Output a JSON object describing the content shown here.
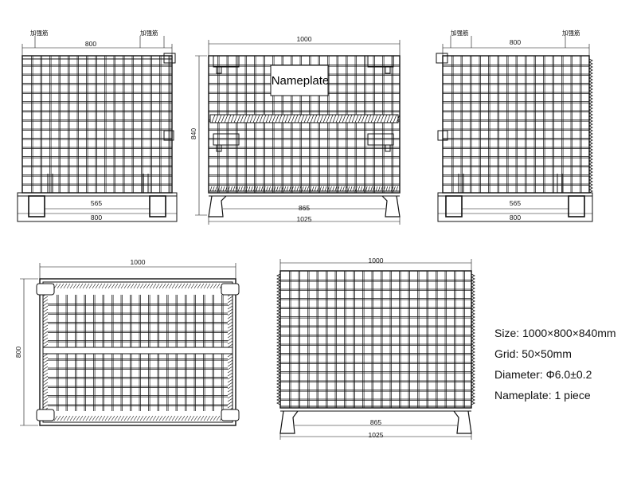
{
  "labels": {
    "reinforcement": "加强筋",
    "nameplate": "Nameplate"
  },
  "views": {
    "side_left": {
      "width_top": "800",
      "inner_base": "565",
      "width_bottom": "800"
    },
    "front": {
      "width_top": "1000",
      "height": "840",
      "inner_base": "865",
      "overall_base": "1025"
    },
    "side_right": {
      "width_top": "800",
      "inner_base": "565",
      "width_bottom": "800"
    },
    "top": {
      "width": "1000",
      "depth": "800"
    },
    "bottom": {
      "width": "1000",
      "inner_base": "865",
      "overall_base": "1025"
    }
  },
  "specs": [
    "Size: 1000×800×840mm",
    "Grid: 50×50mm",
    "Diameter: Φ6.0±0.2",
    "Nameplate: 1 piece"
  ],
  "colors": {
    "line": "#111111",
    "background": "#ffffff"
  }
}
